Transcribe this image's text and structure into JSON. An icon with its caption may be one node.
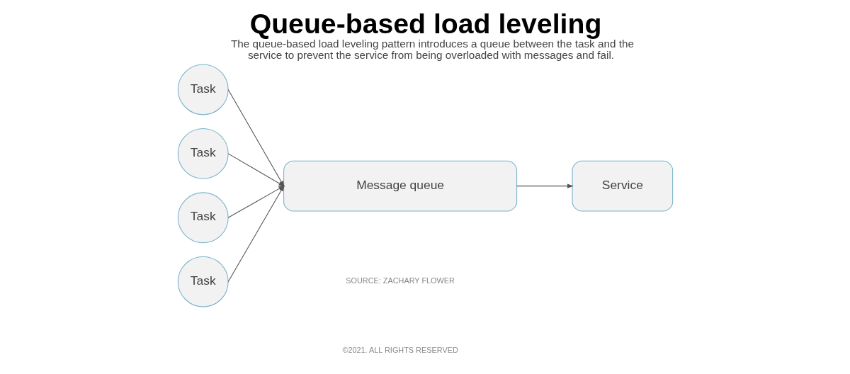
{
  "diagram": {
    "title": "Queue-based load leveling",
    "caption": "The queue-based load leveling pattern introduces a queue between the task and the service to prevent the service from being overloaded with messages and fail.",
    "nodes": [
      {
        "text": [
          "Task"
        ]
      },
      {
        "text": [
          "Task"
        ]
      },
      {
        "text": [
          "Task"
        ]
      },
      {
        "text": [
          "Task"
        ]
      },
      {
        "text": [
          "Message queue"
        ]
      },
      {
        "text": [
          "Service"
        ]
      }
    ],
    "edges": [
      {
        "from": 0,
        "to": 4,
        "arrow": "to"
      },
      {
        "from": 1,
        "to": 4,
        "arrow": "to"
      },
      {
        "from": 2,
        "to": 4,
        "arrow": "to"
      },
      {
        "from": 3,
        "to": 4,
        "arrow": "to"
      },
      {
        "from": 4,
        "to": 5,
        "arrow": "to"
      }
    ],
    "labels": [
      "SOURCE: ZACHARY FLOWER",
      "©2021. ALL RIGHTS RESERVED"
    ]
  }
}
